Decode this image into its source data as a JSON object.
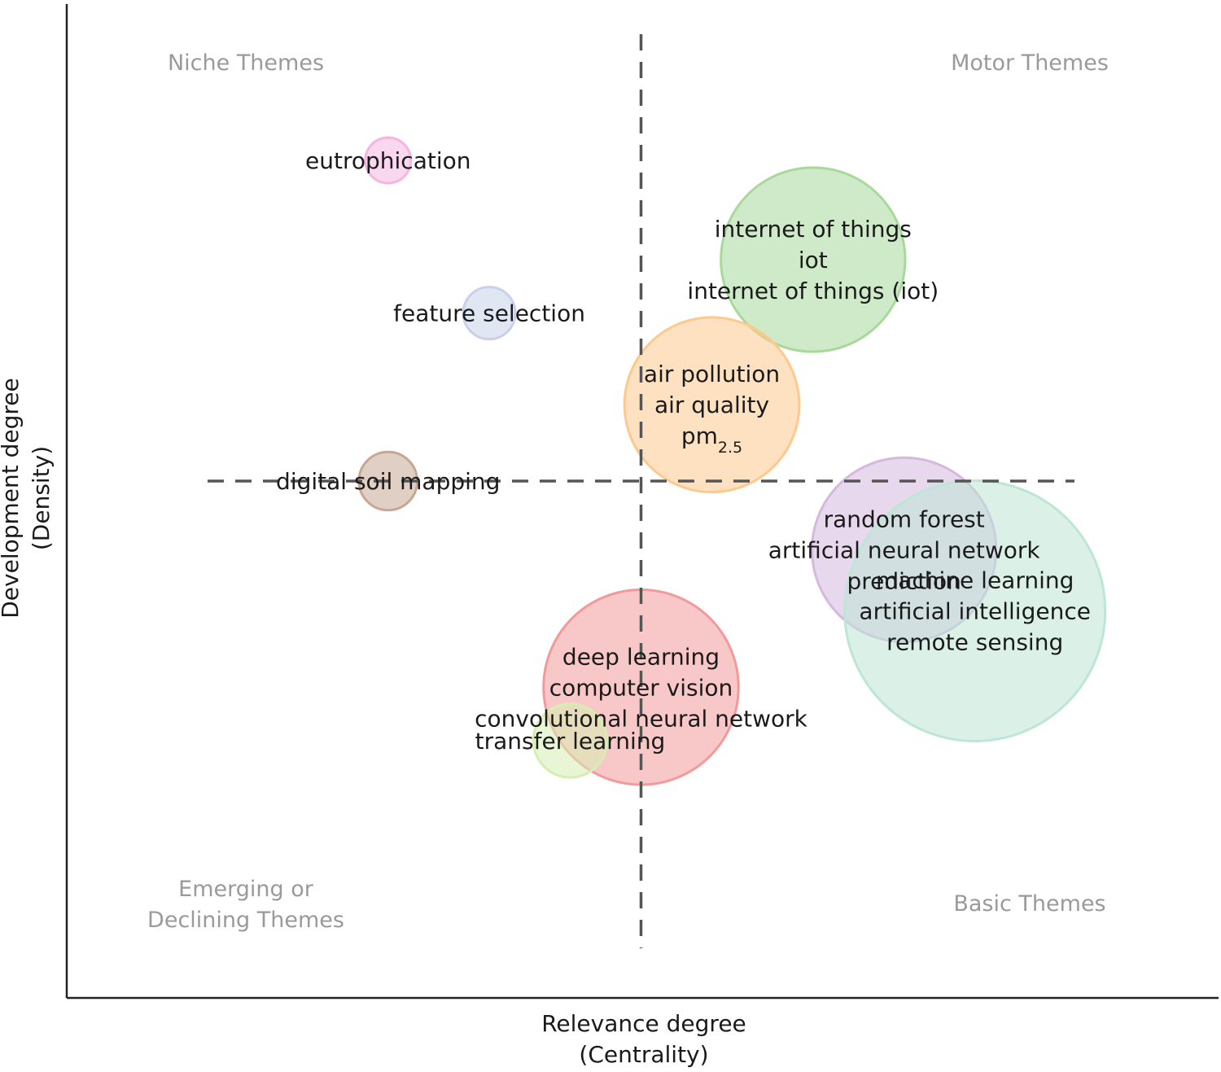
{
  "chart_data": {
    "type": "scatter",
    "subtype": "thematic-map-bubble",
    "title": "",
    "xlabel": [
      "Relevance degree",
      "(Centrality)"
    ],
    "ylabel": [
      "Development degree",
      "(Density)"
    ],
    "grid": false,
    "xlim": [
      0,
      1
    ],
    "ylim": [
      0,
      1
    ],
    "divider": {
      "x": 0.5,
      "y": 0.5
    },
    "quadrants": {
      "top_left": [
        "Niche Themes"
      ],
      "top_right": [
        "Motor Themes"
      ],
      "bottom_left": [
        "Emerging or",
        "Declining Themes"
      ],
      "bottom_right": [
        "Basic Themes"
      ]
    },
    "clusters": [
      {
        "labels": [
          "eutrophication"
        ],
        "x": 0.25,
        "y": 0.92,
        "size": 0.03,
        "color": "#f4b6e0"
      },
      {
        "labels": [
          "internet of things",
          "iot",
          "internet of things (iot)"
        ],
        "x": 0.67,
        "y": 0.79,
        "size": 0.5,
        "color": "#a8d99a"
      },
      {
        "labels": [
          "feature selection"
        ],
        "x": 0.35,
        "y": 0.72,
        "size": 0.04,
        "color": "#c9d1ea"
      },
      {
        "labels": [
          "air pollution",
          "air quality",
          "pm2.5"
        ],
        "x": 0.57,
        "y": 0.6,
        "size": 0.45,
        "color": "#fdc98e"
      },
      {
        "labels": [
          "digital soil mapping"
        ],
        "x": 0.25,
        "y": 0.5,
        "size": 0.05,
        "color": "#c7a794"
      },
      {
        "labels": [
          "random forest",
          "artificial neural network",
          "prediction"
        ],
        "x": 0.76,
        "y": 0.41,
        "size": 0.5,
        "color": "#d6b8de"
      },
      {
        "labels": [
          "machine learning",
          "artificial intelligence",
          "remote sensing"
        ],
        "x": 0.83,
        "y": 0.33,
        "size": 1.0,
        "color": "#bde6d6"
      },
      {
        "labels": [
          "deep learning",
          "computer vision",
          "convolutional neural network"
        ],
        "x": 0.5,
        "y": 0.23,
        "size": 0.56,
        "color": "#f29a9a"
      },
      {
        "labels": [
          "transfer learning"
        ],
        "x": 0.43,
        "y": 0.16,
        "size": 0.08,
        "color": "#d7eeb2"
      }
    ]
  }
}
